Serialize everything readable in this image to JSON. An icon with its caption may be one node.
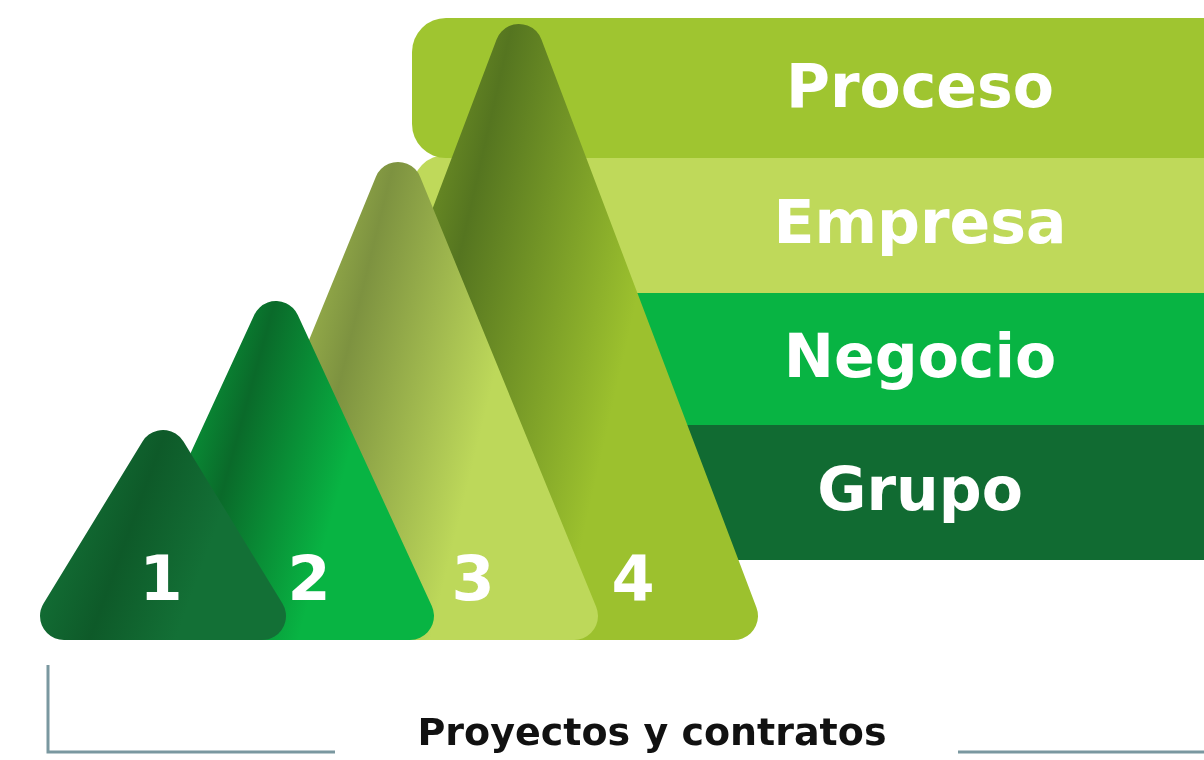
{
  "diagram": {
    "nodes": [
      {
        "text": [
          "1"
        ]
      },
      {
        "text": [
          "2"
        ]
      },
      {
        "text": [
          "3"
        ]
      },
      {
        "text": [
          "4"
        ]
      },
      {
        "text": [
          "Proceso"
        ]
      },
      {
        "text": [
          "Empresa"
        ]
      },
      {
        "text": [
          "Negocio"
        ]
      },
      {
        "text": [
          "Grupo"
        ]
      }
    ],
    "labels": [
      "Proyectos y contratos"
    ]
  }
}
